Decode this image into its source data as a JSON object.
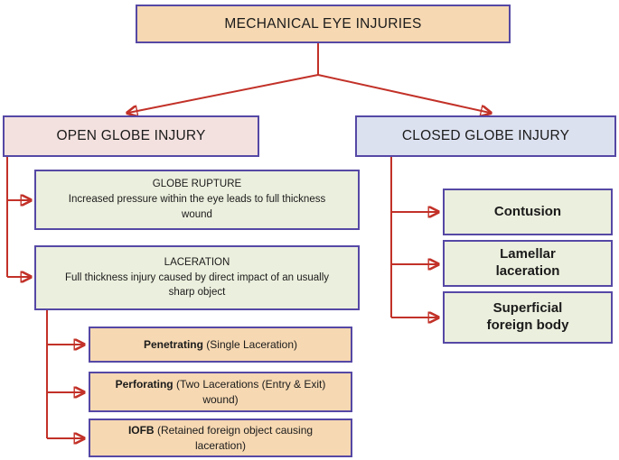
{
  "diagram": {
    "title": "MECHANICAL EYE INJURIES",
    "colors": {
      "box_peach": "#f6d8b2",
      "box_pink": "#f3e1df",
      "box_lavender": "#dce1f0",
      "box_green": "#ebefdd",
      "border_purple": "#5548a5",
      "arrow_red": "#c23128",
      "text": "#1b1b1b"
    },
    "open_globe": {
      "label": "OPEN GLOBE INJURY"
    },
    "closed_globe": {
      "label": "CLOSED GLOBE INJURY"
    },
    "globe_rupture": {
      "title": "GLOBE RUPTURE",
      "desc": "Increased pressure within the eye leads to full thickness wound"
    },
    "laceration": {
      "title": "LACERATION",
      "desc": "Full thickness injury caused by direct impact of an usually sharp object"
    },
    "penetrating": {
      "bold": "Penetrating",
      "rest": " (Single Laceration)"
    },
    "perforating": {
      "bold": "Perforating",
      "rest": " (Two Lacerations (Entry & Exit) wound)"
    },
    "iofb": {
      "bold": "IOFB",
      "rest": " (Retained foreign object causing laceration)"
    },
    "contusion": {
      "label": "Contusion"
    },
    "lamellar": {
      "label": "Lamellar laceration"
    },
    "superficial": {
      "label": "Superficial foreign body"
    }
  }
}
